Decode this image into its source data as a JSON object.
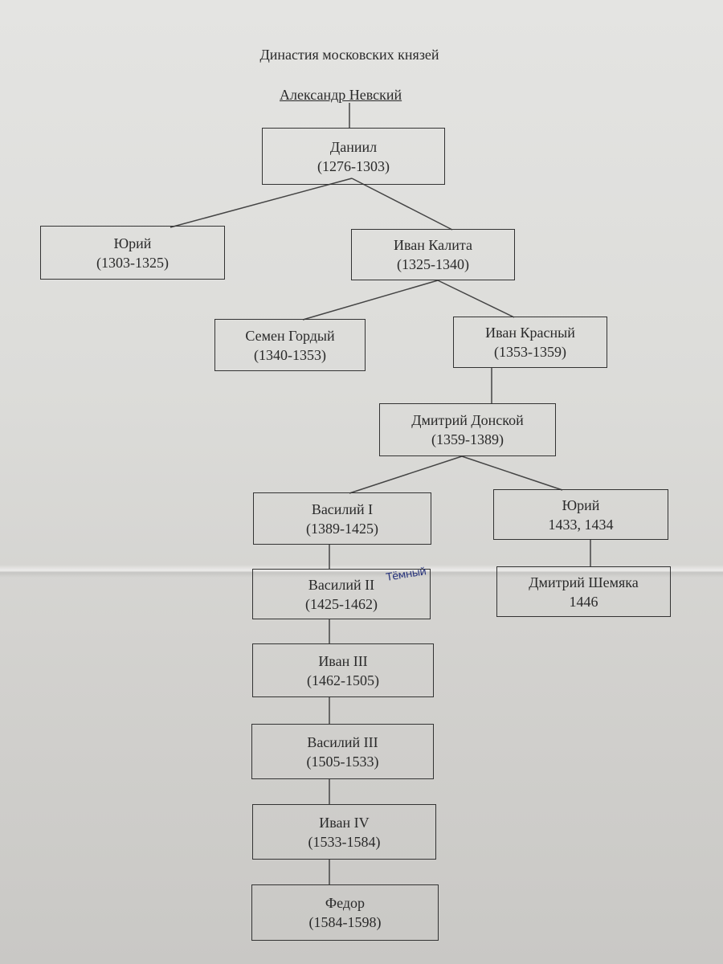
{
  "title": "Династия московских князей",
  "root": "Александр Невский",
  "rulers": {
    "daniil": {
      "name": "Даниил",
      "years": "(1276-1303)"
    },
    "yuri1": {
      "name": "Юрий",
      "years": "(1303-1325)"
    },
    "ivan_kalita": {
      "name": "Иван Калита",
      "years": "(1325-1340)"
    },
    "semen": {
      "name": "Семен Гордый",
      "years": "(1340-1353)"
    },
    "ivan_krasny": {
      "name": "Иван Красный",
      "years": "(1353-1359)"
    },
    "dmitry_donskoy": {
      "name": "Дмитрий Донской",
      "years": "(1359-1389)"
    },
    "vasily1": {
      "name": "Василий I",
      "years": "(1389-1425)"
    },
    "yuri2": {
      "name": "Юрий",
      "years": "1433, 1434"
    },
    "vasily2": {
      "name": "Василий II",
      "years": "(1425-1462)"
    },
    "shemyaka": {
      "name": "Дмитрий Шемяка",
      "years": "1446"
    },
    "ivan3": {
      "name": "Иван III",
      "years": "(1462-1505)"
    },
    "vasily3": {
      "name": "Василий III",
      "years": "(1505-1533)"
    },
    "ivan4": {
      "name": "Иван IV",
      "years": "(1533-1584)"
    },
    "fedor": {
      "name": "Федор",
      "years": "(1584-1598)"
    }
  },
  "handwritten_note": "Тёмный",
  "edges": [
    [
      "root",
      "daniil"
    ],
    [
      "daniil",
      "yuri1"
    ],
    [
      "daniil",
      "ivan_kalita"
    ],
    [
      "ivan_kalita",
      "semen"
    ],
    [
      "ivan_kalita",
      "ivan_krasny"
    ],
    [
      "ivan_krasny",
      "dmitry_donskoy"
    ],
    [
      "dmitry_donskoy",
      "vasily1"
    ],
    [
      "dmitry_donskoy",
      "yuri2"
    ],
    [
      "vasily1",
      "vasily2"
    ],
    [
      "yuri2",
      "shemyaka"
    ],
    [
      "vasily2",
      "ivan3"
    ],
    [
      "ivan3",
      "vasily3"
    ],
    [
      "vasily3",
      "ivan4"
    ],
    [
      "ivan4",
      "fedor"
    ]
  ]
}
